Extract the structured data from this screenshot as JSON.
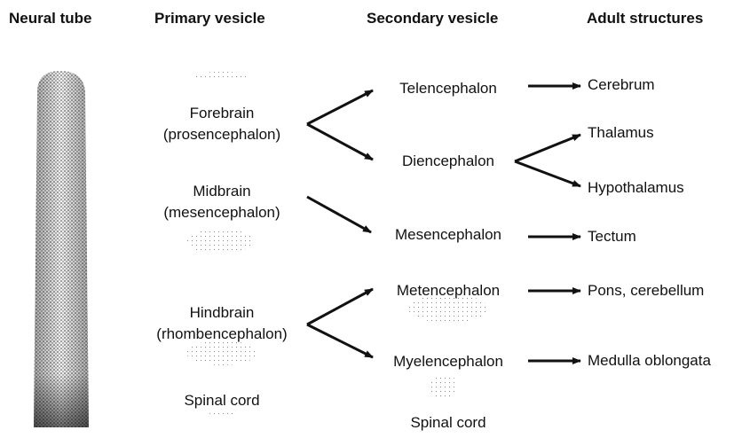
{
  "headers": {
    "neural_tube": "Neural tube",
    "primary": "Primary vesicle",
    "secondary": "Secondary vesicle",
    "adult": "Adult structures"
  },
  "primary": {
    "forebrain": "Forebrain",
    "forebrain_sci": "(prosencephalon)",
    "midbrain": "Midbrain",
    "midbrain_sci": "(mesencephalon)",
    "hindbrain": "Hindbrain",
    "hindbrain_sci": "(rhombencephalon)",
    "spinal": "Spinal cord"
  },
  "secondary": {
    "telencephalon": "Telencephalon",
    "diencephalon": "Diencephalon",
    "mesencephalon": "Mesencephalon",
    "metencephalon": "Metencephalon",
    "myelencephalon": "Myelencephalon",
    "spinal": "Spinal cord"
  },
  "adult": {
    "cerebrum": "Cerebrum",
    "thalamus": "Thalamus",
    "hypothalamus": "Hypothalamus",
    "tectum": "Tectum",
    "pons": "Pons, cerebellum",
    "medulla": "Medulla oblongata"
  },
  "colors": {
    "ink": "#111111",
    "stipple": "#555555"
  }
}
